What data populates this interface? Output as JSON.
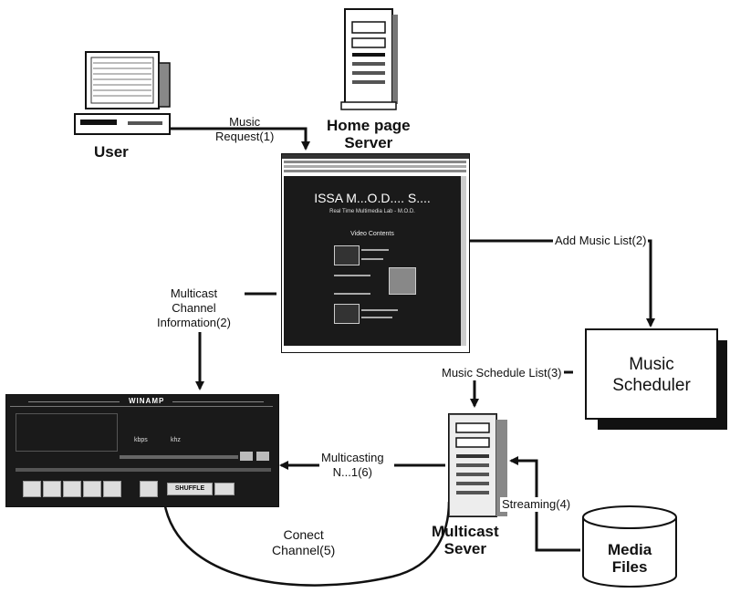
{
  "nodes": {
    "user": {
      "label": "User"
    },
    "home_server": {
      "label_line1": "Home page",
      "label_line2": "Server"
    },
    "music_scheduler": {
      "label_line1": "Music",
      "label_line2": "Scheduler"
    },
    "multicast_server": {
      "label_line1": "Multicast",
      "label_line2": "Sever"
    },
    "media_files": {
      "label_line1": "Media",
      "label_line2": "Files"
    }
  },
  "edges": {
    "music_request": {
      "line1": "Music",
      "line2": "Request(1)"
    },
    "add_music_list": {
      "label": "Add Music List(2)"
    },
    "multicast_channel_info": {
      "line1": "Multicast",
      "line2": "Channel",
      "line3": "Information(2)"
    },
    "music_schedule_list": {
      "label": "Music Schedule List(3)"
    },
    "multicasting": {
      "line1": "Multicasting",
      "line2": "N...1(6)"
    },
    "streaming": {
      "label": "Streaming(4)"
    },
    "connect_channel": {
      "line1": "Conect",
      "line2": "Channel(5)"
    }
  },
  "webpage": {
    "title": "ISSA M...O.D.... S....",
    "subtitle": "Real Time Multimedia Lab - M.O.D.",
    "section": "Video Contents"
  },
  "player": {
    "title": "WINAMP",
    "kbps": "kbps",
    "khz": "khz",
    "shuffle": "SHUFFLE"
  },
  "colors": {
    "ink": "#111111",
    "screen": "#1a1a1a"
  }
}
